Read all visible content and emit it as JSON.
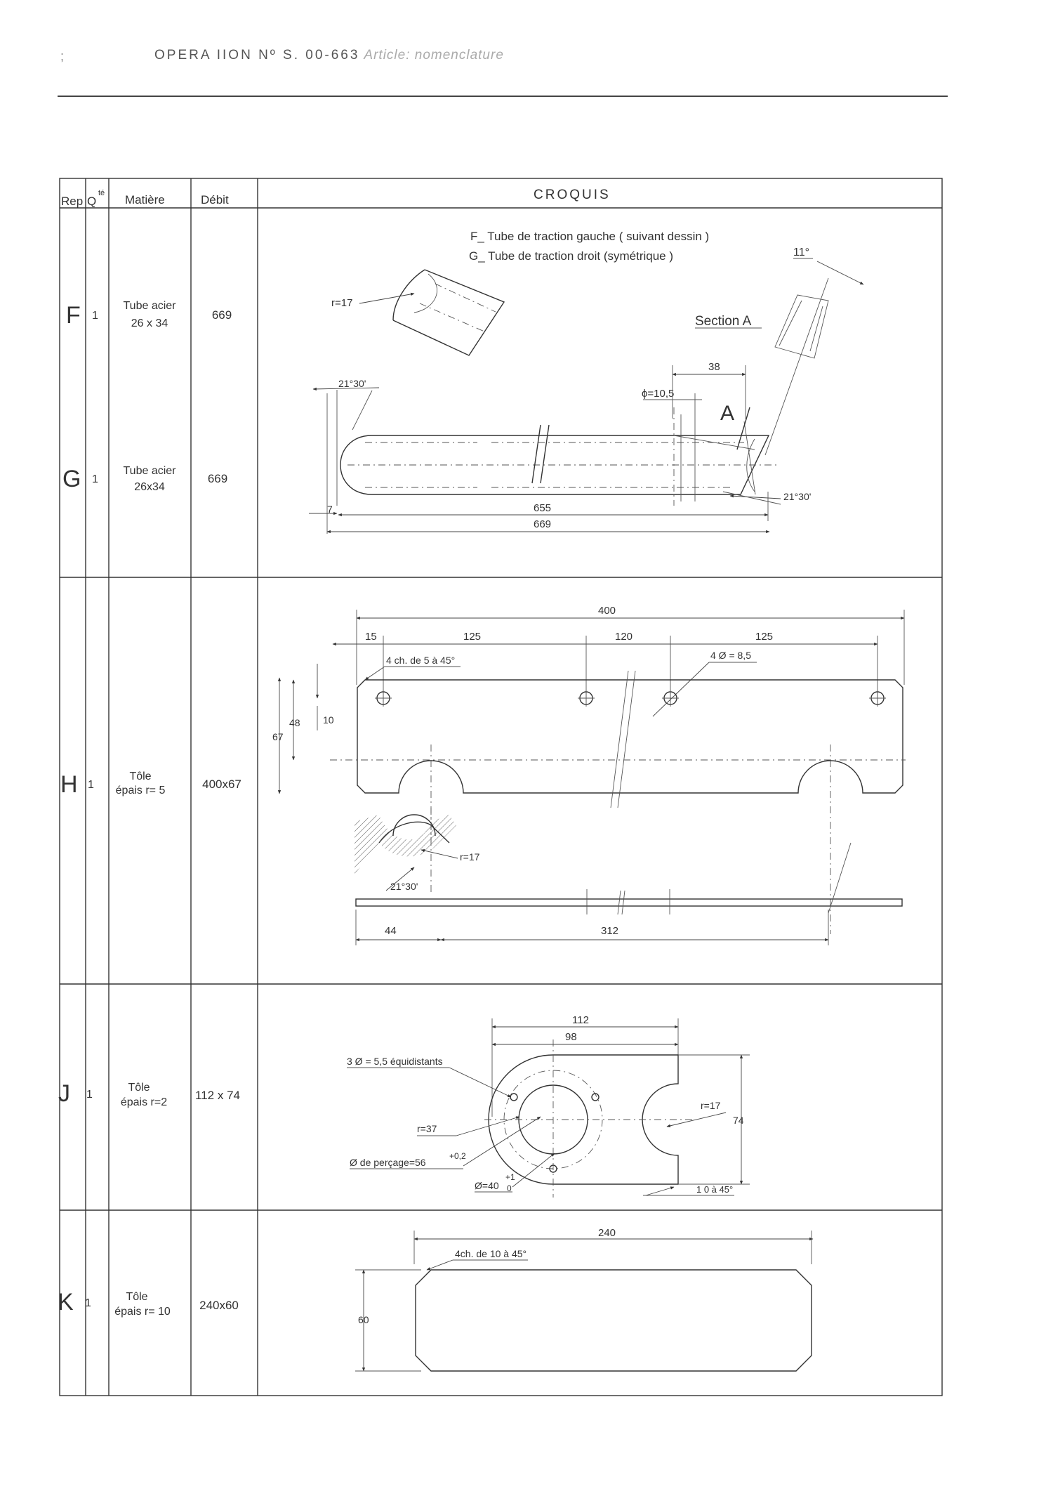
{
  "header": {
    "mark": ";",
    "title": "OPERA IION Nº S. 00-663",
    "subtitle": "Article: nomenclature"
  },
  "table": {
    "headers": {
      "rep": "Rep",
      "qte": "Q",
      "qte_sup": "té",
      "matiere": "Matière",
      "debit": "Débit",
      "croquis": "CROQUIS"
    },
    "rows": [
      {
        "rep": "F",
        "qte": "1",
        "matiere": [
          "Tube acier",
          "26 x 34"
        ],
        "debit": "669"
      },
      {
        "rep": "G",
        "qte": "1",
        "matiere": [
          "Tube acier",
          "26x34"
        ],
        "debit": "669"
      },
      {
        "rep": "H",
        "qte": "1",
        "matiere": [
          "Tôle",
          "épais r= 5"
        ],
        "debit": "400x67"
      },
      {
        "rep": "J",
        "qte": "1",
        "matiere": [
          "Tôle",
          "épais r=2"
        ],
        "debit": "112 x 74"
      },
      {
        "rep": "K",
        "qte": "1",
        "matiere": [
          "Tôle",
          "épais r= 10"
        ],
        "debit": "240x60"
      }
    ]
  },
  "sketch_fg": {
    "line1": "F_ Tube de traction gauche ( suivant dessin )",
    "line2": "G_ Tube de traction droit    (symétrique     )",
    "angle_top": "11°",
    "section": "Section  A",
    "r": "r=17",
    "ang1": "21°30'",
    "ang2": "21°30'",
    "phi": "ϕ=10,5",
    "d38": "38",
    "markA": "A",
    "d7": "7",
    "d655": "655",
    "d669": "669"
  },
  "sketch_h": {
    "d400": "400",
    "d15": "15",
    "d125a": "125",
    "d120": "120",
    "d125b": "125",
    "chamfer": "4 ch. de 5 à 45°",
    "holes": "4 Ø = 8,5",
    "d48": "48",
    "d10": "10",
    "d67": "67",
    "r": "r=17",
    "ang": "21°30'",
    "d44": "44",
    "d312": "312"
  },
  "sketch_j": {
    "d112": "112",
    "d98": "98",
    "holes": "3 Ø = 5,5 équidistants",
    "r17": "r=17",
    "d74": "74",
    "r37": "r=37",
    "drill": "Ø de perçage=56",
    "drill_tol": "+0,2",
    "phi40": "Ø=40",
    "phi40_tol": "+1",
    "phi40_tol2": "0",
    "chamfer": "1 0 à 45°"
  },
  "sketch_k": {
    "d240": "240",
    "chamfer": "4ch. de 10 à 45°",
    "d60": "60"
  }
}
